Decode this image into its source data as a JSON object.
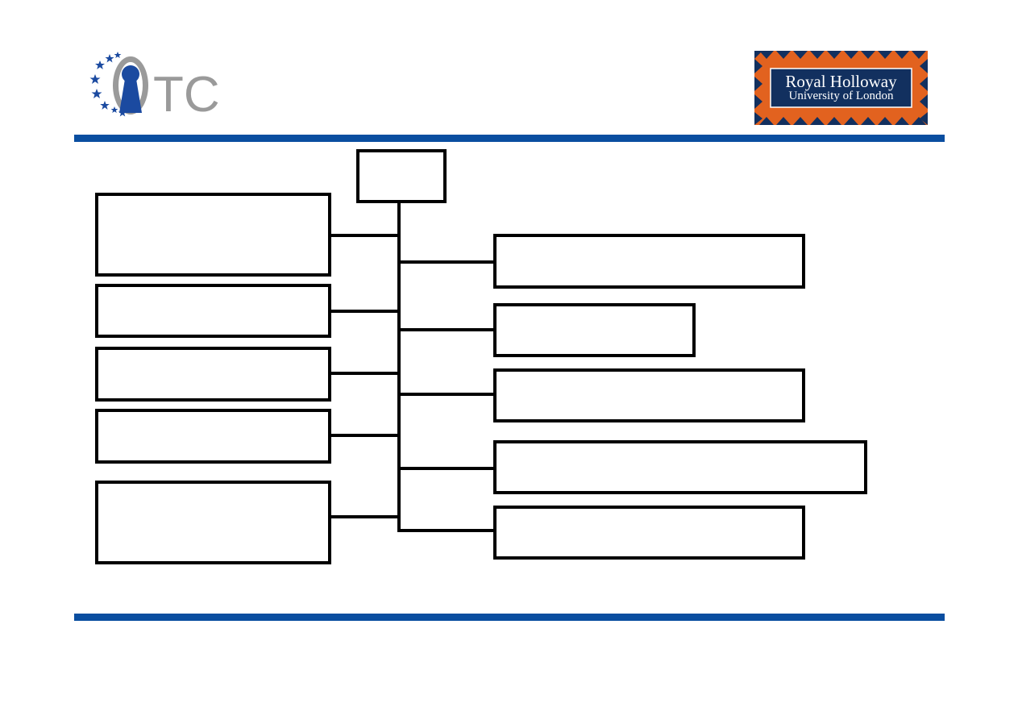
{
  "header": {
    "otc_logo": {
      "text": "TC",
      "icon": "keyhole-stars-logo",
      "colors": {
        "keyhole": "#1b4aa0",
        "stars": "#1b4aa0",
        "text": "#9a9a9a"
      }
    },
    "rh_logo": {
      "line1": "Royal Holloway",
      "line2": "University of London",
      "colors": {
        "panel": "#12305f",
        "pattern": "#e2621f"
      }
    }
  },
  "colors": {
    "rule": "#0a4ea0",
    "box_border": "#000000",
    "connector": "#000000"
  },
  "diagram": {
    "root": {
      "label": ""
    },
    "left_children": [
      {
        "label": ""
      },
      {
        "label": ""
      },
      {
        "label": ""
      },
      {
        "label": ""
      },
      {
        "label": ""
      }
    ],
    "right_children": [
      {
        "label": ""
      },
      {
        "label": ""
      },
      {
        "label": ""
      },
      {
        "label": ""
      },
      {
        "label": ""
      }
    ]
  }
}
